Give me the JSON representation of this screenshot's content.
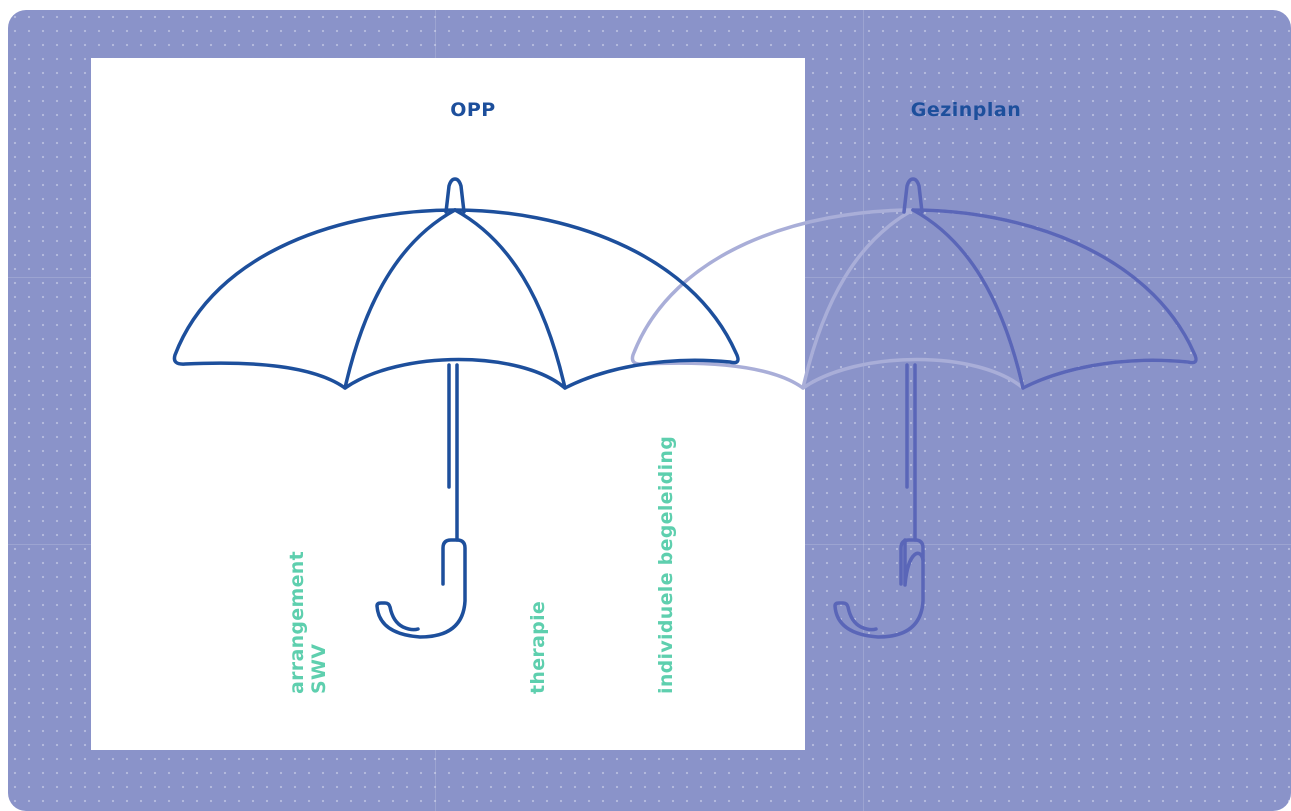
{
  "colors": {
    "background": "#8a93c9",
    "panel": "#ffffff",
    "umbrella_stroke": "#1d4f9c",
    "umbrella_faded_stroke": "#a9aed8",
    "label": "#5ecfae",
    "heading": "#1d4f9c"
  },
  "diagram": {
    "left_heading": "OPP",
    "right_heading": "Gezinplan",
    "labels": {
      "arrangement": "arrangement",
      "swv": "SWV",
      "therapie": "therapie",
      "individuele_begeleiding": "individuele begeleiding"
    },
    "icons": {
      "left": "umbrella-icon",
      "right": "umbrella-icon"
    }
  }
}
